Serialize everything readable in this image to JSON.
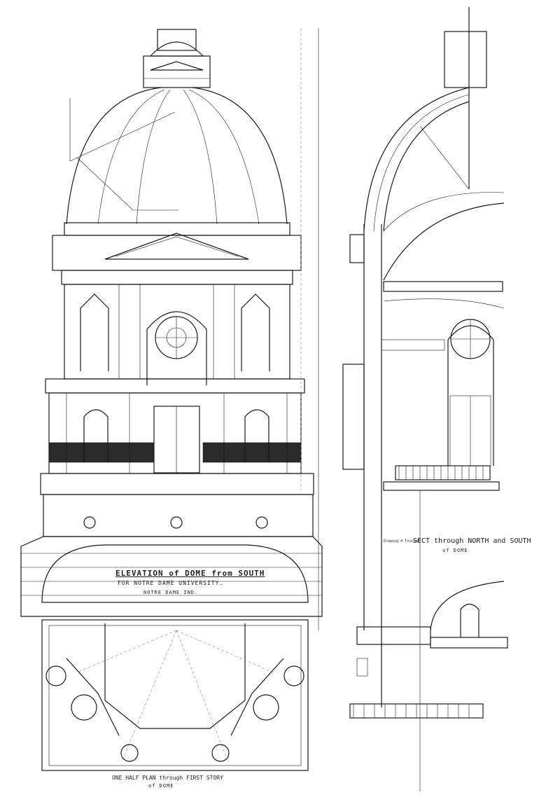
{
  "drawing": {
    "elevation_title": "ELEVATION of DOME from SOUTH",
    "elevation_subtitle": "FOR NOTRE DAME UNIVERSITY.",
    "elevation_location": "NOTRE DAME IND.",
    "section_note": "Drawing 4 Trussed",
    "section_title": "SECT through NORTH and SOUTH",
    "section_subtitle": "of DOME",
    "plan_title": "ONE HALF PLAN through FIRST STORY",
    "plan_subtitle": "of DOME"
  },
  "colors": {
    "ink": "#1a1a1a",
    "paper": "#ffffff"
  }
}
